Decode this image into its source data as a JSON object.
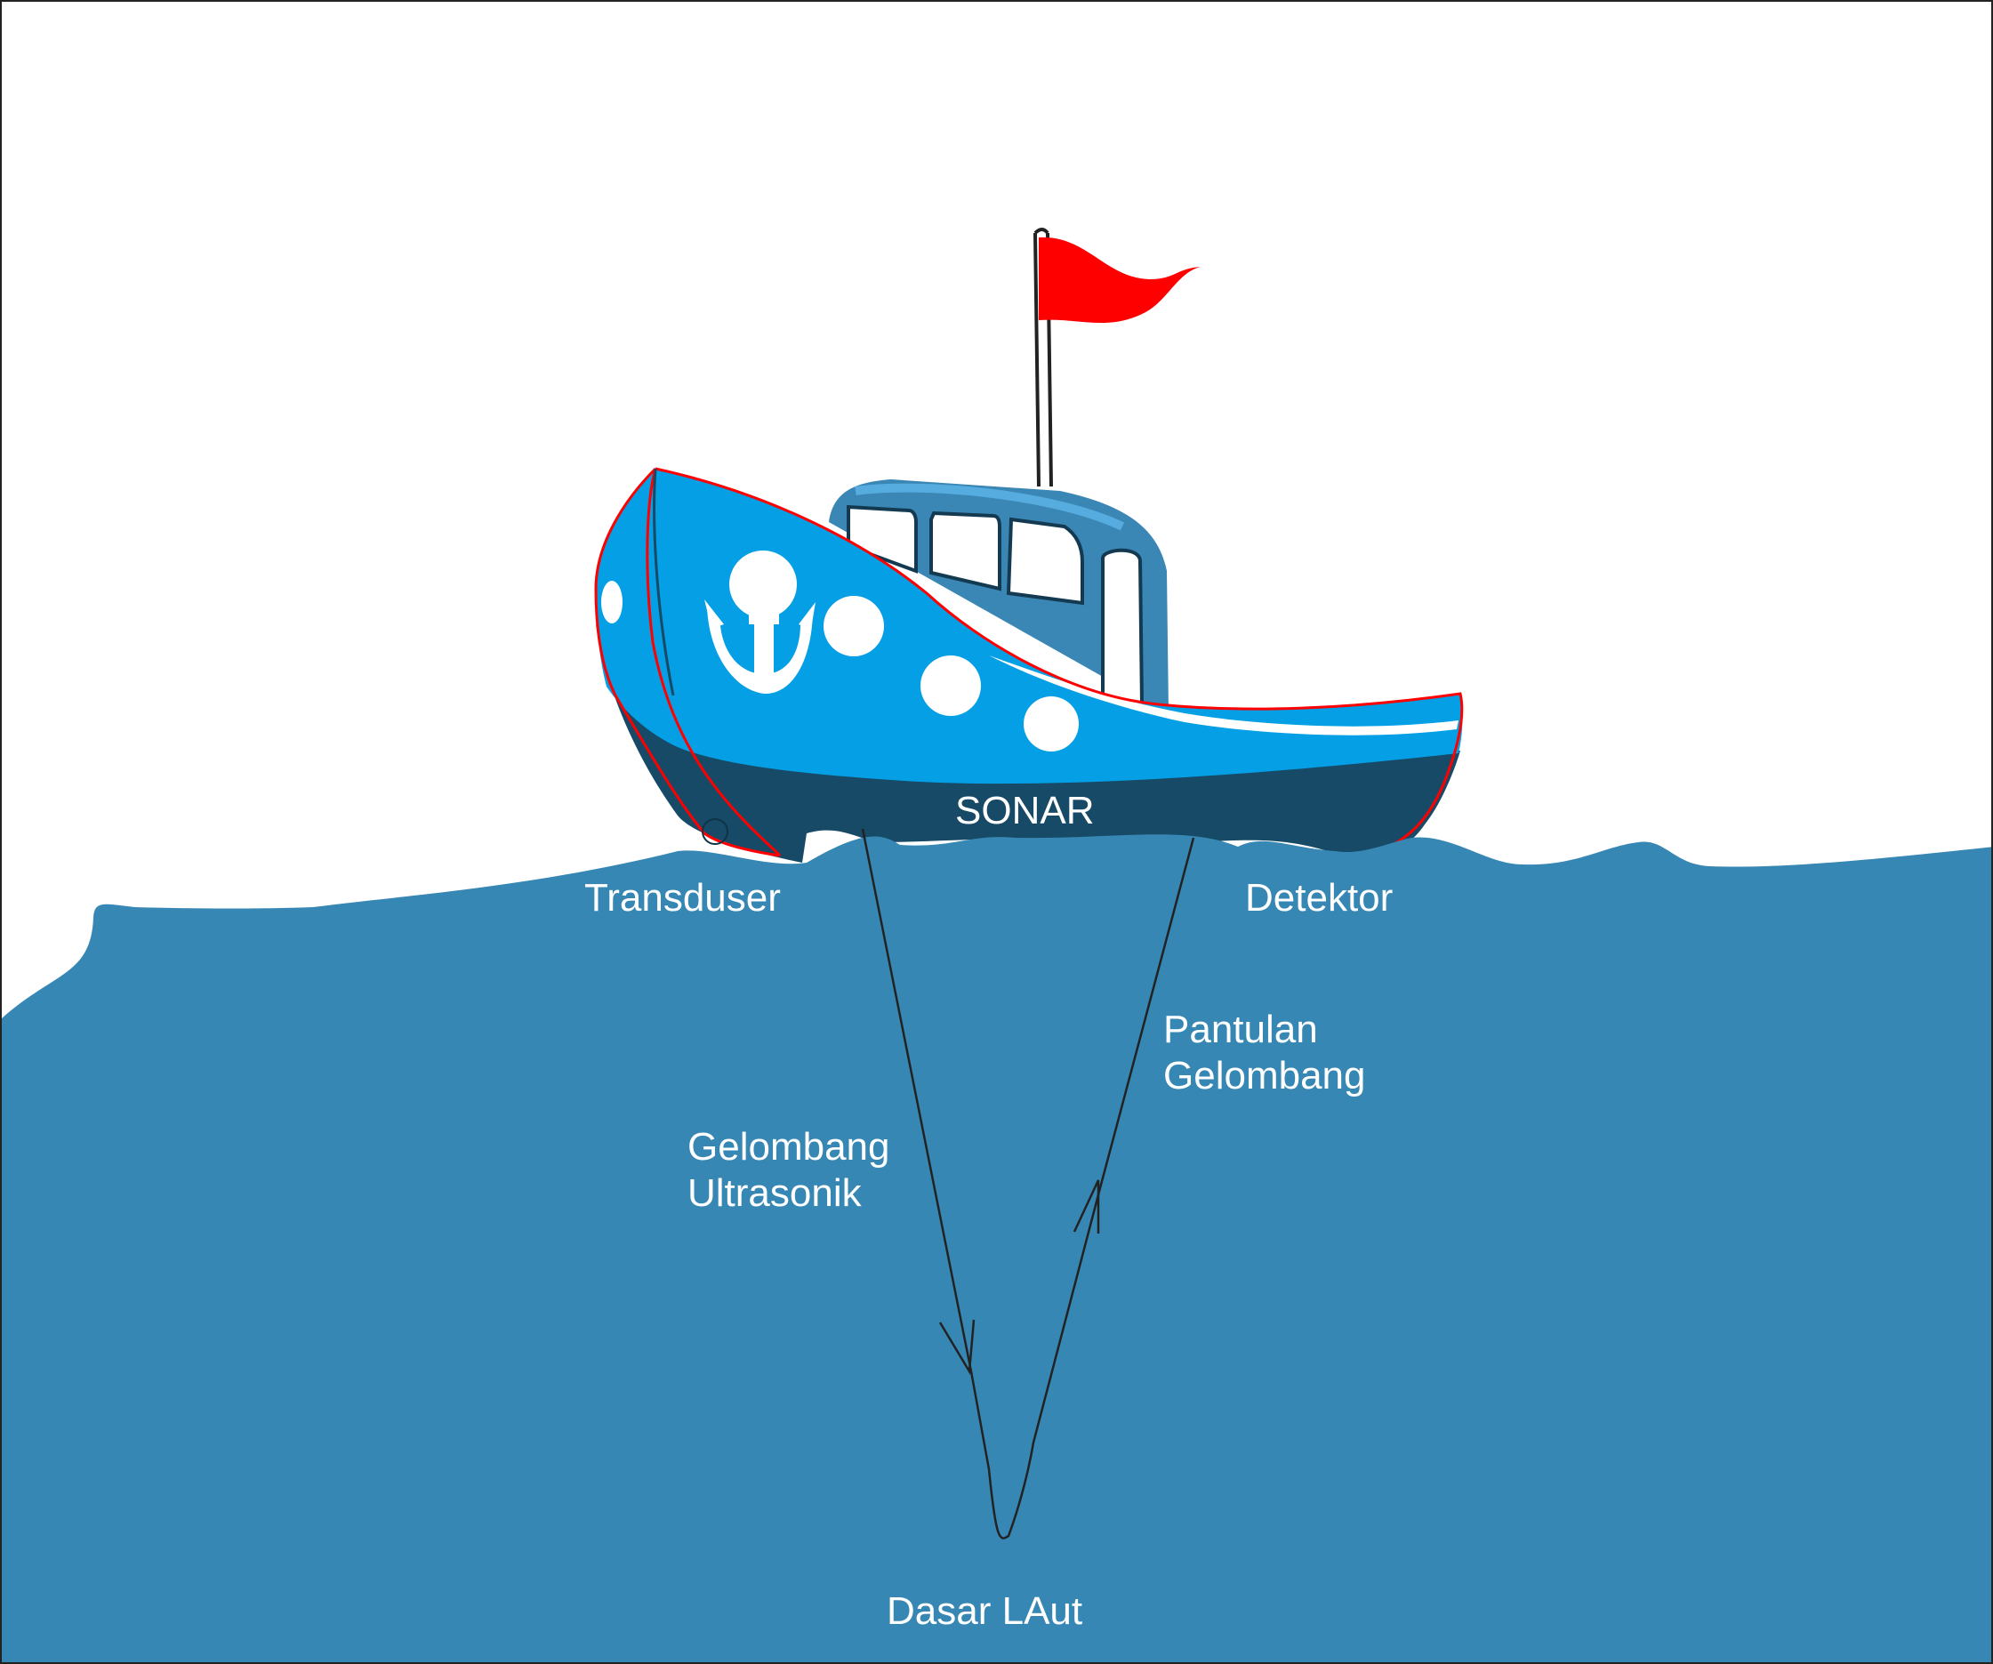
{
  "labels": {
    "sonar": "SONAR",
    "transduser": "Transduser",
    "detektor": "Detektor",
    "gelombang_ultrasonik": [
      "Gelombang",
      "Ultrasonik"
    ],
    "pantulan_gelombang": [
      "Pantulan",
      "Gelombang"
    ],
    "dasar_laut": "Dasar LAut"
  },
  "colors": {
    "sea": "#3787b4",
    "hull": "#049fe4",
    "hull_dark": "#174a66",
    "cabin": "#3a86b5",
    "outline": "#ff0000",
    "flag": "#ff0000",
    "wave_line": "#222222",
    "text": "#ffffff"
  },
  "icons": {
    "flag": "flag-icon",
    "anchor": "anchor-icon"
  }
}
